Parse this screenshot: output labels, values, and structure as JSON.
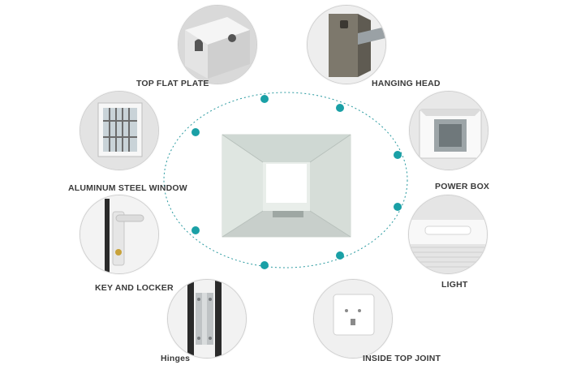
{
  "labels": {
    "top_flat_plate": "TOP FLAT PLATE",
    "hanging_head": "HANGING HEAD",
    "aluminum_steel_window": "ALUMINUM STEEL WINDOW",
    "power_box": "POWER BOX",
    "key_and_locker": "KEY AND LOCKER",
    "light": "LIGHT",
    "hinges": "Hinges",
    "inside_top_joint": "INSIDE TOP JOINT"
  },
  "colors": {
    "accent_dot": "#1aa0a6",
    "ring": "#2a9aa0",
    "label": "#3a3a3a"
  }
}
